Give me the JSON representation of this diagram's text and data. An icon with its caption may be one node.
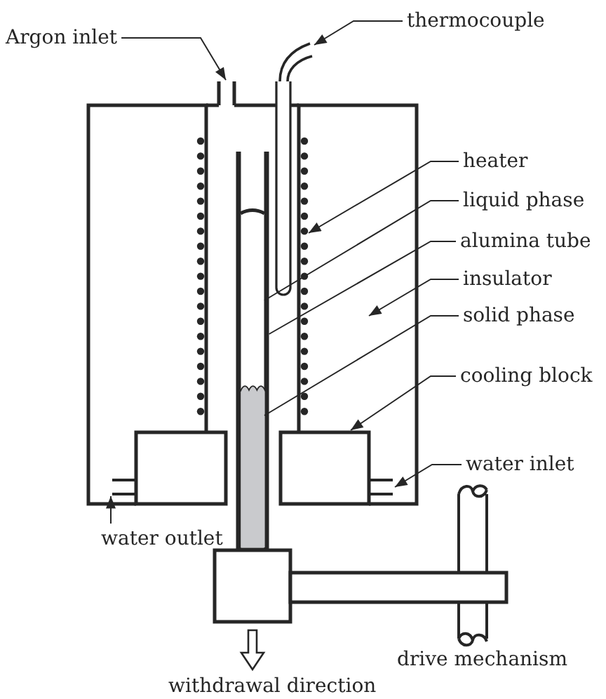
{
  "diagram": {
    "nodes": [
      {
        "text": [
          "Argon inlet"
        ]
      },
      {
        "text": [
          "thermocouple"
        ]
      },
      {
        "text": [
          "heater"
        ]
      },
      {
        "text": [
          "liquid phase"
        ]
      },
      {
        "text": [
          "alumina tube"
        ]
      },
      {
        "text": [
          "insulator"
        ]
      },
      {
        "text": [
          "solid phase"
        ]
      },
      {
        "text": [
          "cooling block"
        ]
      },
      {
        "text": [
          "water inlet"
        ]
      },
      {
        "text": [
          "water outlet"
        ]
      },
      {
        "text": [],
        "shape": "picture"
      },
      {
        "text": [],
        "shape": "picture"
      },
      {
        "text": [],
        "shape": "picture"
      },
      {
        "text": [],
        "shape": "picture",
        "in": 12
      },
      {
        "text": [],
        "shape": "picture"
      },
      {
        "text": [],
        "shape": "picture",
        "in": 14
      },
      {
        "text": [],
        "shape": "picture",
        "in": 14
      },
      {
        "text": [],
        "shape": "box"
      },
      {
        "text": [],
        "shape": "box"
      },
      {
        "text": [],
        "shape": "picture"
      },
      {
        "text": [],
        "shape": "picture"
      },
      {
        "text": [],
        "shape": "box"
      },
      {
        "text": [],
        "shape": "bar"
      }
    ],
    "edges": [
      {
        "from": 0,
        "to": 10,
        "arrow": "to"
      },
      {
        "from": 1,
        "to": 11,
        "arrow": "to"
      },
      {
        "from": 2,
        "to": 13,
        "arrow": "to"
      },
      {
        "from": 3,
        "to": 15,
        "arrow": "none"
      },
      {
        "from": 4,
        "to": 14,
        "arrow": "none"
      },
      {
        "from": 5,
        "to": 12,
        "arrow": "to"
      },
      {
        "from": 6,
        "to": 16,
        "arrow": "none"
      },
      {
        "from": 7,
        "to": 18,
        "arrow": "to"
      },
      {
        "from": 8,
        "to": 20,
        "arrow": "to"
      },
      {
        "from": 9,
        "to": 19,
        "arrow": "to"
      }
    ],
    "labels": [
      "drive mechanism",
      "withdrawal direction"
    ]
  }
}
